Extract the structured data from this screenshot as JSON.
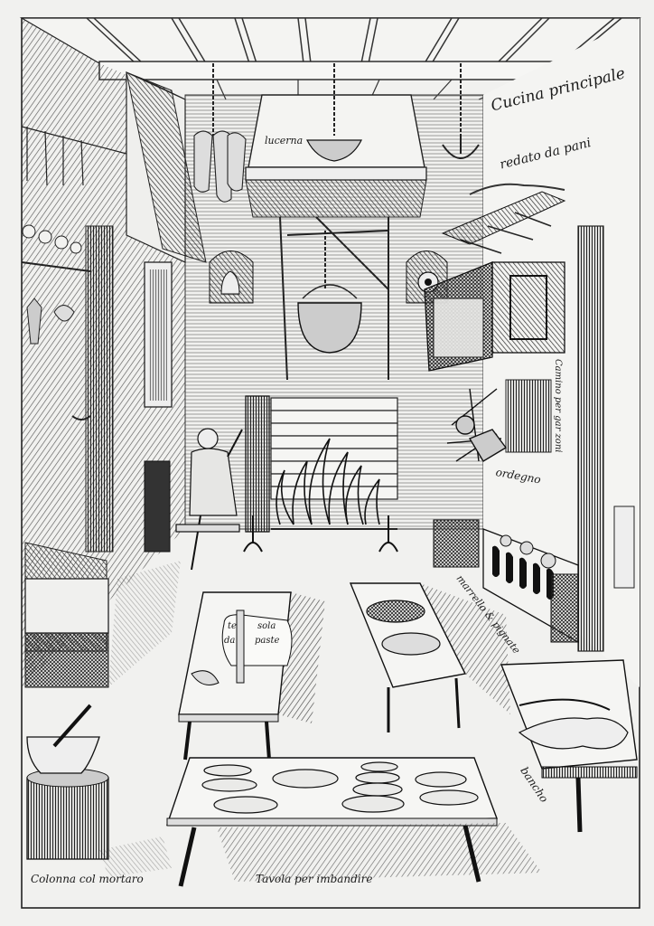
{
  "artwork": {
    "type": "engraving",
    "style": "black-and-white woodcut/engraving",
    "subject": "Renaissance kitchen interior with hearth, tables and utensils"
  },
  "labels": {
    "title_line1": "Cucina principale",
    "title_line2": "redato da pani",
    "lucerna": "lucerna",
    "camino": "Camino per gar zoni",
    "ordegno": "ordegno",
    "marrello": "marrello & pignate",
    "tela_left_top": "te",
    "tela_left_bottom": "da",
    "tela_right_top": "sola",
    "tela_right_bottom": "paste",
    "bancho": "bancho",
    "colonna": "Colonna col mortaro",
    "tavola": "Tavola per imbandire"
  },
  "colors": {
    "paper": "#f1f1ef",
    "ink": "#1a1a1a",
    "hatch": "#3a3a3a"
  }
}
